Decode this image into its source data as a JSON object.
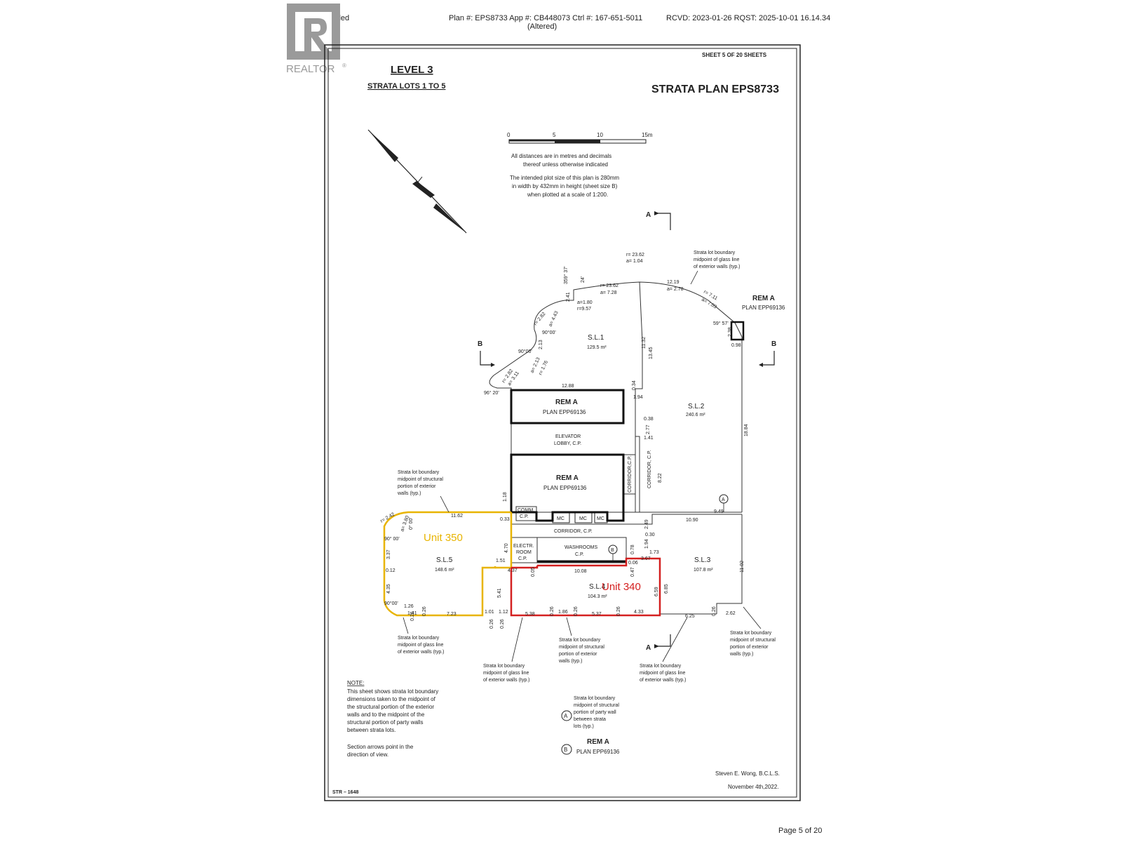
{
  "header": {
    "status": "Status: Filed",
    "plan_line1": "Plan #: EPS8733 App #: CB448073   Ctrl #: 167-651-5011",
    "plan_line2": "(Altered)",
    "rcvd": "RCVD: 2023-01-26 RQST: 2025-10-01 16.14.34"
  },
  "logo": {
    "icon": "realtor-logo-icon",
    "text": "REALTOR",
    "mark": "®",
    "color": "#9a9a9a"
  },
  "sheet": {
    "sheet_number": "SHEET 5 OF 20 SHEETS",
    "level_title": "LEVEL 3",
    "level_subtitle": "STRATA LOTS 1 TO 5",
    "plan_title": "STRATA PLAN EPS8733",
    "scale_labels": [
      "0",
      "5",
      "10",
      "15m"
    ],
    "note_distances_1": "All distances are in metres and decimals",
    "note_distances_2": "thereof unless otherwise indicated",
    "note_plot_1": "The intended plot size of this plan is 280mm",
    "note_plot_2": "in width by 432mm in height (sheet size B)",
    "note_plot_3": "when plotted at a scale of 1:200.",
    "str_number": "STR – 1648",
    "surveyor": "Steven E. Wong, B.C.L.S.",
    "date": "November 4th,2022."
  },
  "section_marks": {
    "a": "A",
    "b": "B"
  },
  "lots": {
    "sl1": {
      "name": "S.L.1",
      "area": "129.5 m²"
    },
    "sl2": {
      "name": "S.L.2",
      "area": "240.6 m²"
    },
    "sl3": {
      "name": "S.L.3",
      "area": "107.8 m²"
    },
    "sl4": {
      "name": "S.L.4",
      "area": "104.3 m²"
    },
    "sl5": {
      "name": "S.L.5",
      "area": "148.6 m²"
    }
  },
  "units": {
    "unit350": {
      "label": "Unit 350",
      "color": "#e8b400"
    },
    "unit340": {
      "label": "Unit 340",
      "color": "#d42020"
    }
  },
  "rooms": {
    "rem_a": "REM A",
    "plan_epp": "PLAN EPP69136",
    "elevator_1": "ELEVATOR",
    "elevator_2": "LOBBY, C.P.",
    "corridor_cp": "CORRIDOR, C.P.",
    "corridor_v1": "CORRIDOR,C.P.",
    "corridor_v2": "CORRIDOR, C.P.",
    "comm_1": "COMM.",
    "comm_2": "C.P.",
    "mc": "MC",
    "electr_1": "ELECTR.",
    "electr_2": "ROOM",
    "electr_3": "C.P.",
    "washrooms_1": "WASHROOMS",
    "washrooms_2": "C.P."
  },
  "annotations": {
    "glass_1": "Strata lot boundary",
    "glass_2": "midpoint of glass line",
    "glass_3": "of exterior walls (typ.)",
    "struct_1": "Strata lot boundary",
    "struct_2": "midpoint of structural",
    "struct_3": "portion of exterior",
    "struct_4": "walls (typ.)"
  },
  "legend": {
    "a_marker": "A",
    "a_1": "Strata lot boundary",
    "a_2": "midpoint of structural",
    "a_3": "portion of party wall",
    "a_4": "between strata",
    "a_5": "lots (typ.)",
    "b_marker": "B",
    "b_1": "REM A",
    "b_2": "PLAN EPP69136"
  },
  "note": {
    "title": "NOTE:",
    "lines": [
      "This sheet shows strata lot boundary",
      "dimensions taken to the midpoint of",
      "the structural portion of the exterior",
      "walls and to the midpoint of the",
      "structural portion of party walls",
      "between strata lots."
    ],
    "section_1": "Section arrows point in the",
    "section_2": "direction of view."
  },
  "dims": {
    "d_12_88": "12.88",
    "d_0_34": "0.34",
    "d_1_94a": "1.94",
    "d_11_32": "11.32",
    "d_13_45": "13.45",
    "d_r2362": "r= 23.62",
    "d_a728": "a= 7.28",
    "d_r2362b": "r= 23.62",
    "d_a104": "a= 1.04",
    "d_1219": "12.19",
    "d_a278": "a= 2.78",
    "d_r711": "r= 7.11",
    "d_a703": "a= 7.03",
    "d_5957": "59° 57'",
    "d_238": "2.38",
    "d_098": "0.98",
    "d_35937": "359° 37'",
    "d_24": "24'",
    "d_241": "2.41",
    "d_a180": "a=1.80",
    "d_r957": "r=9.57",
    "d_r282": "r= 2.82",
    "d_a443": "a= 4.43",
    "d_9000a": "90°00'",
    "d_213a": "2.13",
    "d_9000b": "90°00'",
    "d_a213": "a= 2.13",
    "d_r176": "r= 1.76",
    "d_r282b": "r= 2.82",
    "d_a311": "a= 3.11",
    "d_9620": "96° 20'",
    "d_038": "0.38",
    "d_277": "2.77",
    "d_141": "1.41",
    "d_822": "8.22",
    "d_1884": "18.84",
    "d_949": "9.49",
    "d_1090": "10.90",
    "d_249": "2.49",
    "d_030": "0.30",
    "d_194b": "1.94",
    "d_078": "0.78",
    "d_173": "1.73",
    "d_006": "0.06",
    "d_367": "3.67",
    "d_047": "0.47",
    "d_659": "6.59",
    "d_685": "6.85",
    "d_1102": "11.02",
    "d_118": "1.18",
    "d_033": "0.33",
    "d_1162": "11.62",
    "d_r242": "r= 2.42",
    "d_a380": "a= 3.80",
    "d_9000c": "90° 00'",
    "d_000": "0° 00'",
    "d_337": "3.37",
    "d_012": "0.12",
    "d_435": "4.35",
    "d_9000d": "90°00'",
    "d_126": "1.26",
    "d_141b": "1.41",
    "d_026a": "0.26",
    "d_026b": "0.26",
    "d_723": "7.23",
    "d_470": "4.70",
    "d_151": "1.51",
    "d_437": "4.37",
    "d_005": "0.05",
    "d_1008": "10.08",
    "d_541": "5.41",
    "d_101": "1.01",
    "d_112": "1.12",
    "d_026c": "0.26",
    "d_026d": "0.26",
    "d_538": "5.38",
    "d_026e": "0.26",
    "d_186": "1.86",
    "d_026f": "0.26",
    "d_537": "5.37",
    "d_026g": "0.26",
    "d_433": "4.33",
    "d_625": "6.25",
    "d_026h": "0.26",
    "d_262": "2.62"
  }
}
